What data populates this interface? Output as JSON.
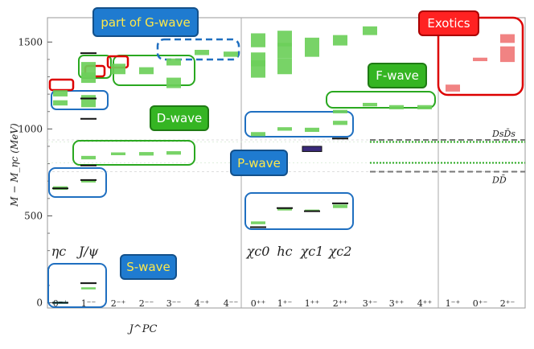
{
  "chart_data": {
    "type": "scatter",
    "title": "",
    "ylabel": "M − M_ηc (MeV)",
    "xlabel": "J^PC",
    "ylim": [
      -30,
      1640
    ],
    "yticks": [
      0,
      500,
      1000,
      1500
    ],
    "xlabels": [
      "0⁻⁺",
      "1⁻⁻",
      "2⁻⁺",
      "2⁻⁻",
      "3⁻⁻",
      "4⁻⁺",
      "4⁻⁻",
      "0⁺⁺",
      "1⁺⁻",
      "1⁺⁺",
      "2⁺⁺",
      "3⁺⁻",
      "3⁺⁺",
      "4⁺⁺",
      "1⁻⁺",
      "0⁺⁻",
      "2⁺⁻"
    ],
    "state_labels": [
      {
        "text": "ηc",
        "col": 0
      },
      {
        "text": "J/ψ",
        "col": 1
      },
      {
        "text": "χc0",
        "col": 7
      },
      {
        "text": "hc",
        "col": 8
      },
      {
        "text": "χc1",
        "col": 9
      },
      {
        "text": "χc2",
        "col": 10
      }
    ],
    "thresholds": [
      {
        "label": "DsD̄s",
        "value": 937,
        "style": "gray-dashed"
      },
      {
        "label": "DD̄",
        "value": 754,
        "style": "gray-dashed"
      },
      {
        "label": "",
        "value": 925,
        "style": "green-dotted"
      },
      {
        "label": "",
        "value": 805,
        "style": "green-dotted"
      }
    ],
    "experiment": [
      {
        "col": 0,
        "mass": 0
      },
      {
        "col": 0,
        "mass": 658
      },
      {
        "col": 1,
        "mass": 113
      },
      {
        "col": 1,
        "mass": 706
      },
      {
        "col": 1,
        "mass": 790
      },
      {
        "col": 1,
        "mass": 1058
      },
      {
        "col": 1,
        "mass": 1175
      },
      {
        "col": 1,
        "mass": 1436
      },
      {
        "col": 7,
        "mass": 435
      },
      {
        "col": 8,
        "mass": 545
      },
      {
        "col": 9,
        "mass": 527
      },
      {
        "col": 10,
        "mass": 572
      },
      {
        "col": 10,
        "mass": 945
      }
    ],
    "lattice": [
      {
        "col": 0,
        "mass": 0,
        "err": 0
      },
      {
        "col": 0,
        "mass": 660,
        "err": 10
      },
      {
        "col": 0,
        "mass": 1150,
        "err": 15
      },
      {
        "col": 0,
        "mass": 1205,
        "err": 18
      },
      {
        "col": 1,
        "mass": 83,
        "err": 3
      },
      {
        "col": 1,
        "mass": 700,
        "err": 8
      },
      {
        "col": 1,
        "mass": 835,
        "err": 10
      },
      {
        "col": 1,
        "mass": 1160,
        "err": 35
      },
      {
        "col": 1,
        "mass": 1295,
        "err": 30
      },
      {
        "col": 1,
        "mass": 1340,
        "err": 45
      },
      {
        "col": 2,
        "mass": 857,
        "err": 8
      },
      {
        "col": 2,
        "mass": 1345,
        "err": 30
      },
      {
        "col": 3,
        "mass": 857,
        "err": 10
      },
      {
        "col": 3,
        "mass": 1335,
        "err": 20
      },
      {
        "col": 4,
        "mass": 862,
        "err": 10
      },
      {
        "col": 4,
        "mass": 1265,
        "err": 30
      },
      {
        "col": 4,
        "mass": 1385,
        "err": 20
      },
      {
        "col": 5,
        "mass": 1440,
        "err": 15
      },
      {
        "col": 6,
        "mass": 1430,
        "err": 15
      },
      {
        "col": 7,
        "mass": 460,
        "err": 8
      },
      {
        "col": 7,
        "mass": 970,
        "err": 12
      },
      {
        "col": 7,
        "mass": 1345,
        "err": 50
      },
      {
        "col": 7,
        "mass": 1400,
        "err": 40
      },
      {
        "col": 7,
        "mass": 1510,
        "err": 40
      },
      {
        "col": 8,
        "mass": 537,
        "err": 6
      },
      {
        "col": 8,
        "mass": 1000,
        "err": 10
      },
      {
        "col": 8,
        "mass": 1360,
        "err": 45
      },
      {
        "col": 8,
        "mass": 1450,
        "err": 45
      },
      {
        "col": 8,
        "mass": 1520,
        "err": 45
      },
      {
        "col": 9,
        "mass": 530,
        "err": 6
      },
      {
        "col": 9,
        "mass": 995,
        "err": 12
      },
      {
        "col": 9,
        "mass": 1470,
        "err": 55
      },
      {
        "col": 10,
        "mass": 555,
        "err": 10
      },
      {
        "col": 10,
        "mass": 1035,
        "err": 12
      },
      {
        "col": 10,
        "mass": 1100,
        "err": 10
      },
      {
        "col": 10,
        "mass": 1510,
        "err": 30
      },
      {
        "col": 11,
        "mass": 1140,
        "err": 10
      },
      {
        "col": 11,
        "mass": 1565,
        "err": 25
      },
      {
        "col": 12,
        "mass": 1125,
        "err": 12
      },
      {
        "col": 13,
        "mass": 1125,
        "err": 12
      },
      {
        "col": 14,
        "mass": 1235,
        "err": 20
      },
      {
        "col": 15,
        "mass": 1400,
        "err": 10
      },
      {
        "col": 16,
        "mass": 1430,
        "err": 45
      },
      {
        "col": 16,
        "mass": 1520,
        "err": 25
      }
    ],
    "hybrid": [
      {
        "col": 9,
        "mass": 885,
        "err": 15
      }
    ],
    "callouts": [
      {
        "text": "part of G-wave",
        "color": "blue"
      },
      {
        "text": "Exotics",
        "color": "red"
      },
      {
        "text": "D-wave",
        "color": "green"
      },
      {
        "text": "F-wave",
        "color": "green"
      },
      {
        "text": "P-wave",
        "color": "blue"
      },
      {
        "text": "S-wave",
        "color": "blue"
      }
    ]
  }
}
